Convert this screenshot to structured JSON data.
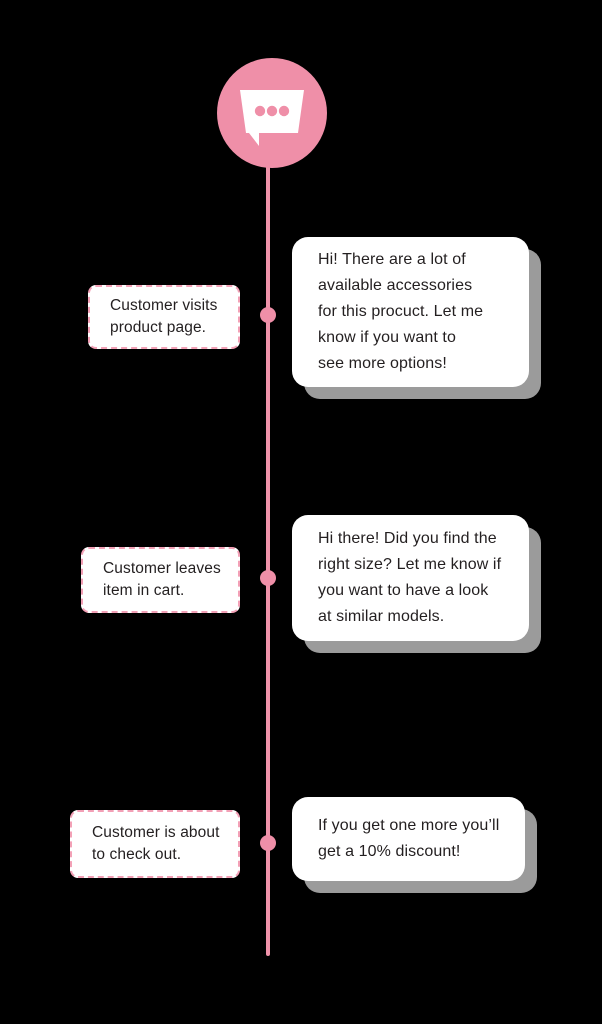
{
  "colors": {
    "background": "#000000",
    "accent_pink": "#ef8fa8",
    "label_border_pink": "#f3a0b6",
    "card_white": "#ffffff",
    "card_shadow_gray": "#9b9b9b",
    "text_dark": "#231f20"
  },
  "avatar": {
    "icon": "chat-bubble-icon",
    "dots": 3
  },
  "timeline": {
    "steps": [
      {
        "id": "step-1",
        "label": "Customer visits\nproduct page.",
        "message": "Hi! There are a lot of\navailable accessories\nfor this procuct. Let me\nknow if you want to\nsee more options!"
      },
      {
        "id": "step-2",
        "label": "Customer leaves\nitem in cart.",
        "message": "Hi there! Did you find the\nright size? Let me know if\nyou want to have a look\nat similar models."
      },
      {
        "id": "step-3",
        "label": "Customer is about\nto check out.",
        "message": "If you get one more you’ll\nget a 10% discount!"
      }
    ]
  }
}
